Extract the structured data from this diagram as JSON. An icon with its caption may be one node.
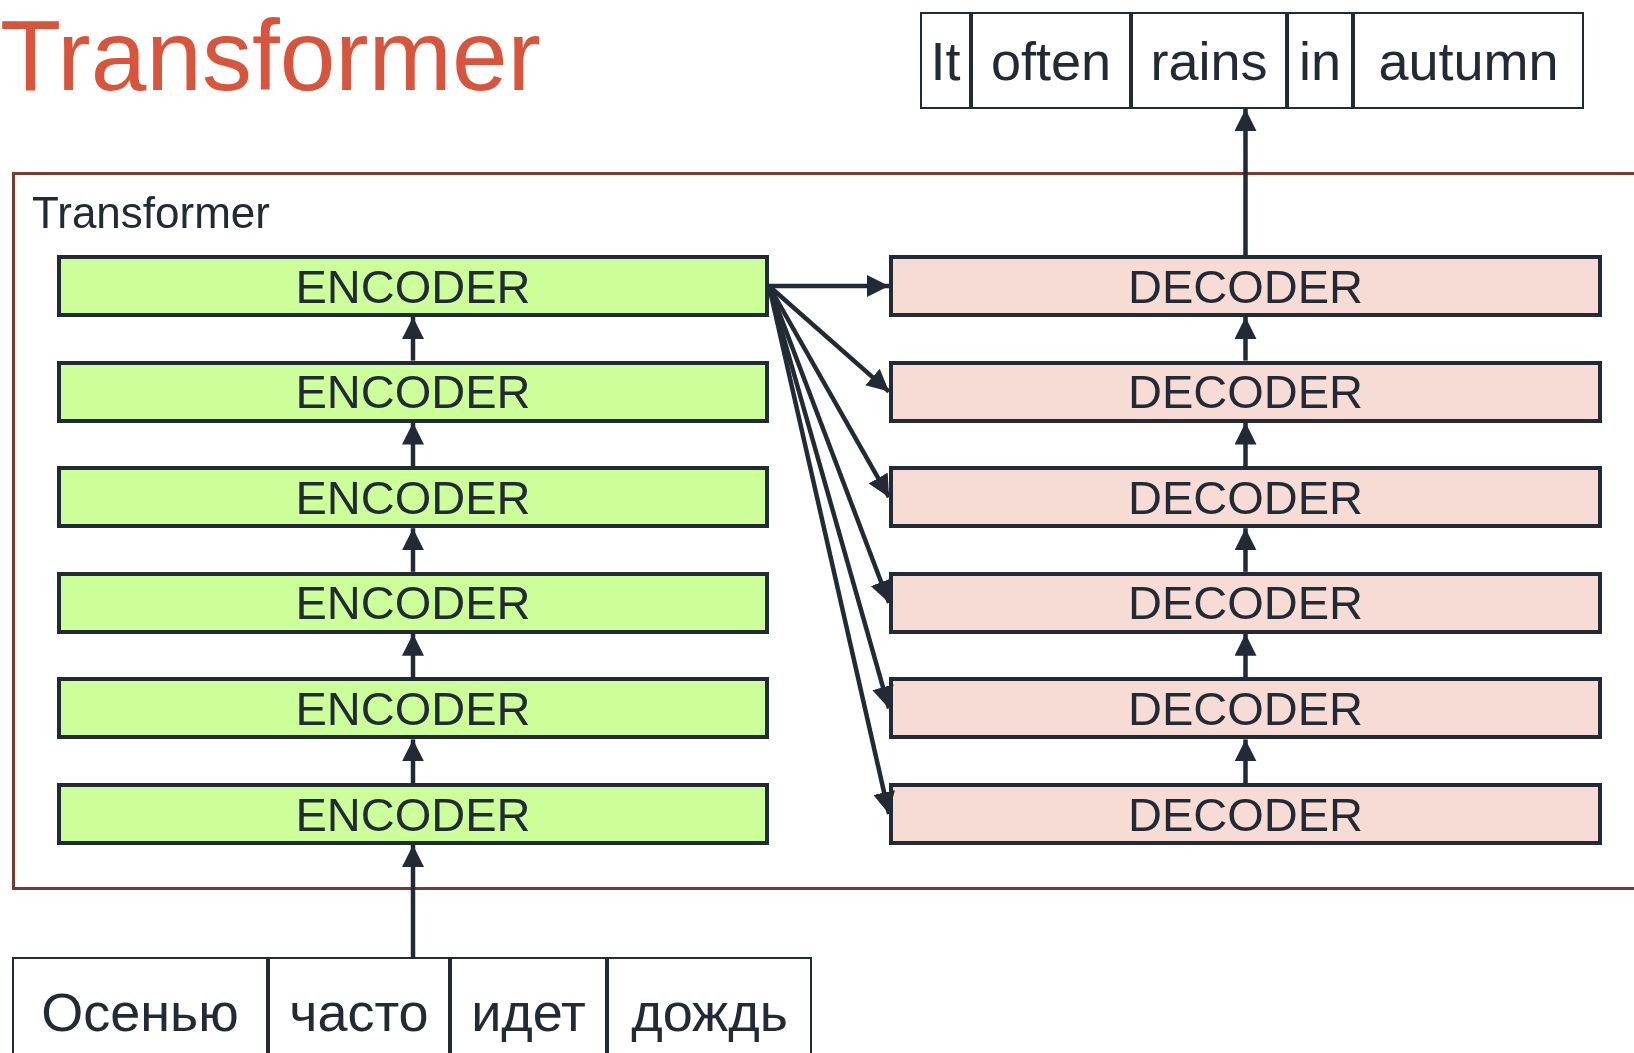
{
  "diagram": {
    "title": "Transformer",
    "nodes": [
      {
        "text": [
          "It"
        ]
      },
      {
        "text": [
          "often"
        ]
      },
      {
        "text": [
          "rains"
        ]
      },
      {
        "text": [
          "in"
        ]
      },
      {
        "text": [
          "autumn"
        ]
      },
      {
        "text": [
          "Transformer"
        ]
      },
      {
        "text": [
          "ENCODER"
        ],
        "in": 5
      },
      {
        "text": [
          "ENCODER"
        ],
        "in": 5
      },
      {
        "text": [
          "ENCODER"
        ],
        "in": 5
      },
      {
        "text": [
          "ENCODER"
        ],
        "in": 5
      },
      {
        "text": [
          "ENCODER"
        ],
        "in": 5
      },
      {
        "text": [
          "ENCODER"
        ],
        "in": 5
      },
      {
        "text": [
          "DECODER"
        ],
        "in": 5
      },
      {
        "text": [
          "DECODER"
        ],
        "in": 5
      },
      {
        "text": [
          "DECODER"
        ],
        "in": 5
      },
      {
        "text": [
          "DECODER"
        ],
        "in": 5
      },
      {
        "text": [
          "DECODER"
        ],
        "in": 5
      },
      {
        "text": [
          "DECODER"
        ],
        "in": 5
      },
      {
        "text": [
          "Осенью"
        ]
      },
      {
        "text": [
          "часто"
        ]
      },
      {
        "text": [
          "идет"
        ]
      },
      {
        "text": [
          "дождь"
        ]
      }
    ],
    "edges": [
      {
        "from": 19,
        "to": 11,
        "arrow": "to"
      },
      {
        "from": 11,
        "to": 10,
        "arrow": "to"
      },
      {
        "from": 10,
        "to": 9,
        "arrow": "to"
      },
      {
        "from": 9,
        "to": 8,
        "arrow": "to"
      },
      {
        "from": 8,
        "to": 7,
        "arrow": "to"
      },
      {
        "from": 7,
        "to": 6,
        "arrow": "to"
      },
      {
        "from": 6,
        "to": 12,
        "arrow": "to"
      },
      {
        "from": 6,
        "to": 13,
        "arrow": "to"
      },
      {
        "from": 6,
        "to": 14,
        "arrow": "to"
      },
      {
        "from": 6,
        "to": 15,
        "arrow": "to"
      },
      {
        "from": 6,
        "to": 16,
        "arrow": "to"
      },
      {
        "from": 6,
        "to": 17,
        "arrow": "to"
      },
      {
        "from": 17,
        "to": 16,
        "arrow": "to"
      },
      {
        "from": 16,
        "to": 15,
        "arrow": "to"
      },
      {
        "from": 15,
        "to": 14,
        "arrow": "to"
      },
      {
        "from": 14,
        "to": 13,
        "arrow": "to"
      },
      {
        "from": 13,
        "to": 12,
        "arrow": "to"
      },
      {
        "from": 12,
        "to": 2,
        "arrow": "to"
      }
    ]
  }
}
